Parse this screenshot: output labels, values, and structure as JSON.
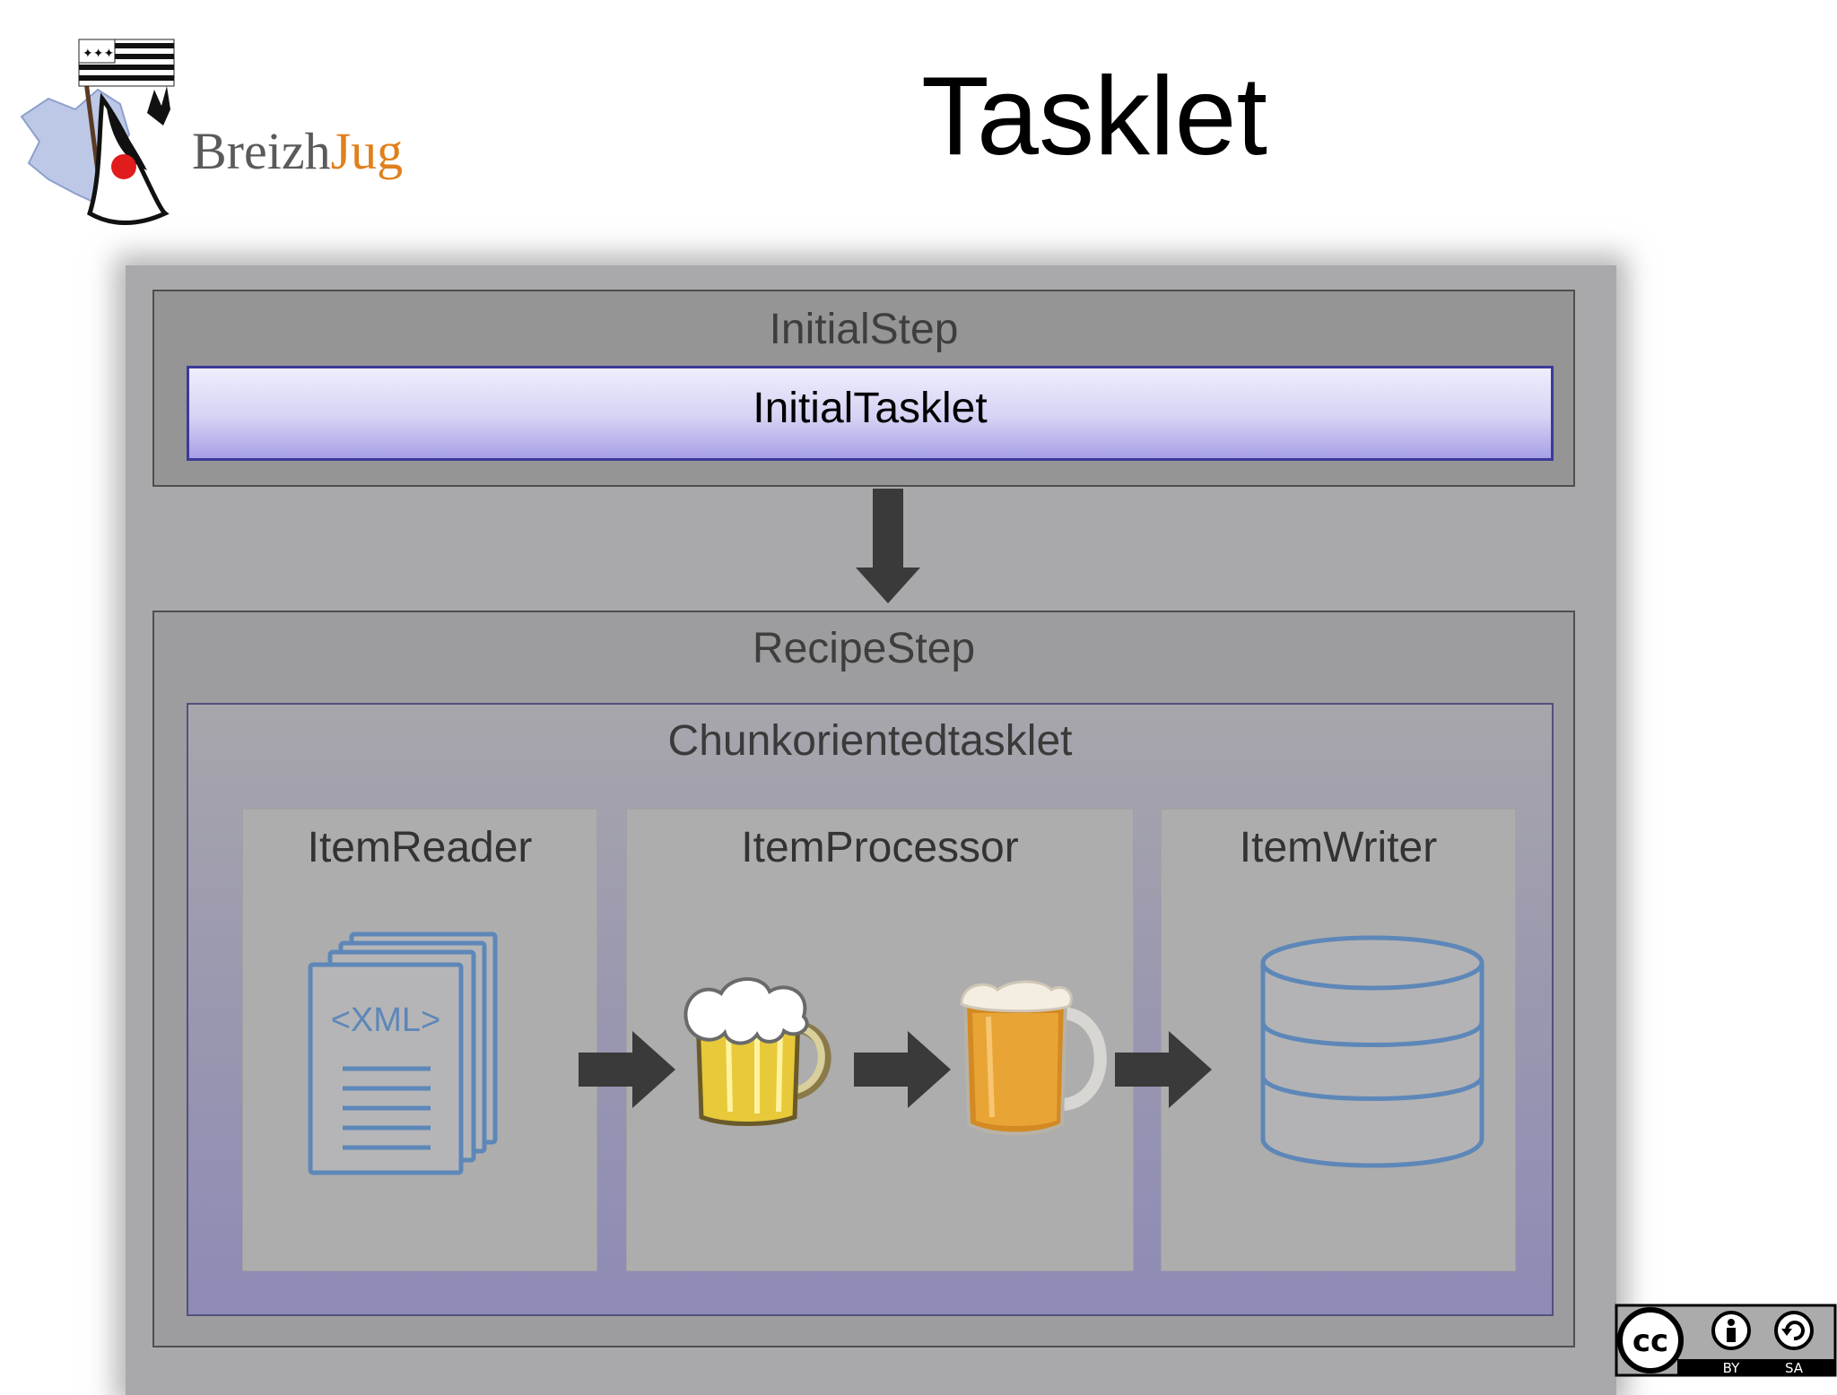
{
  "slide": {
    "title": "Tasklet",
    "logo_text": "BreizhJug"
  },
  "initial_step": {
    "label": "InitialStep",
    "tasklet_label": "InitialTasklet"
  },
  "recipe_step": {
    "label": "RecipeStep",
    "chunk_label": "Chunkorientedtasklet",
    "reader": {
      "label": "ItemReader",
      "icon": "xml-document-icon",
      "icon_text": "<XML>"
    },
    "processor": {
      "label": "ItemProcessor",
      "icons": [
        "beer-foam-icon",
        "beer-glass-icon"
      ]
    },
    "writer": {
      "label": "ItemWriter",
      "icon": "database-icon"
    }
  },
  "license": {
    "cc_text": "cc",
    "by_text": "BY",
    "sa_text": "SA"
  },
  "colors": {
    "tasklet_top": "#efeefc",
    "tasklet_bottom": "#a7a0e6",
    "tasklet_border": "#3c3a9a",
    "arrow": "#3a3a3a",
    "icon_blue": "#5d87b8"
  }
}
